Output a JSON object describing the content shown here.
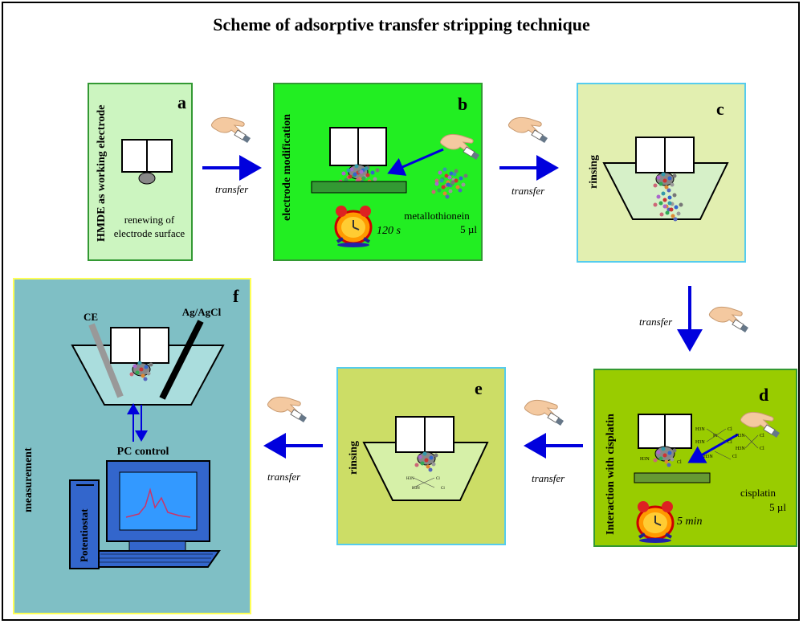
{
  "title": "Scheme of adsorptive transfer stripping technique",
  "panels": {
    "a": {
      "letter": "a",
      "side_label": "HMDE as working electrode",
      "caption_line1": "renewing of",
      "caption_line2": "electrode surface"
    },
    "b": {
      "letter": "b",
      "side_label": "electrode modification",
      "reagent": "metallothionein",
      "volume": "5 µl",
      "time": "120 s"
    },
    "c": {
      "letter": "c",
      "side_label": "rinsing"
    },
    "d": {
      "letter": "d",
      "side_label": "Interaction with cisplatin",
      "reagent": "cisplatin",
      "volume": "5 µl",
      "time": "5 min"
    },
    "e": {
      "letter": "e",
      "side_label": "rinsing"
    },
    "f": {
      "letter": "f",
      "side_label": "measurement",
      "ce": "CE",
      "ref": "Ag/AgCl",
      "pc": "PC control",
      "device": "Potentiostat"
    }
  },
  "transfer_label": "transfer",
  "colors": {
    "panel_a": "#ccf5c0",
    "panel_b": "#22ee22",
    "panel_c": "#e2efb0",
    "panel_d": "#99cc00",
    "panel_e": "#ccdd66",
    "panel_f": "#7fbfc5",
    "arrow": "#0000dd",
    "frame_green": "#339933",
    "frame_cyan": "#55ccee",
    "frame_yellow": "#ffff55"
  },
  "icons": [
    "electrode-icon",
    "hand-icon",
    "alarm-clock-icon",
    "beaker-icon",
    "computer-icon",
    "arrow-icon"
  ]
}
